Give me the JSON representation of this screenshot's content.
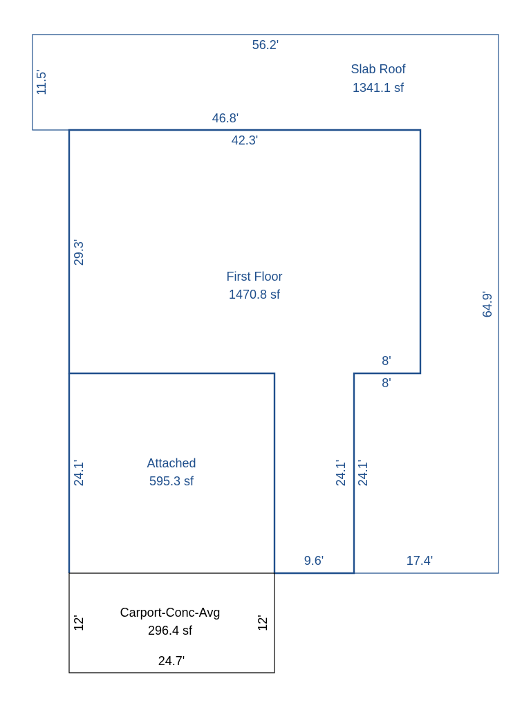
{
  "areas": {
    "slab_roof": {
      "name": "Slab Roof",
      "area": "1341.1 sf"
    },
    "first_floor": {
      "name": "First Floor",
      "area": "1470.8 sf"
    },
    "attached": {
      "name": "Attached",
      "area": "595.3 sf"
    },
    "carport": {
      "name": "Carport-Conc-Avg",
      "area": "296.4 sf"
    }
  },
  "dimensions": {
    "roof_top": "56.2'",
    "roof_left": "11.5'",
    "roof_right": "64.9'",
    "roof_bottom_right": "17.4'",
    "roof_inner_top": "46.8'",
    "floor_top": "42.3'",
    "floor_left": "29.3'",
    "floor_notch_top": "8'",
    "floor_notch_bottom": "8'",
    "floor_inner_right": "24.1'",
    "floor_inner_left": "24.1'",
    "floor_bottom": "9.6'",
    "attached_left": "24.1'",
    "carport_left": "12'",
    "carport_right": "12'",
    "carport_bottom": "24.7'"
  },
  "colors": {
    "primary_lines": "#1f4f8c",
    "secondary_lines": "#000000"
  }
}
